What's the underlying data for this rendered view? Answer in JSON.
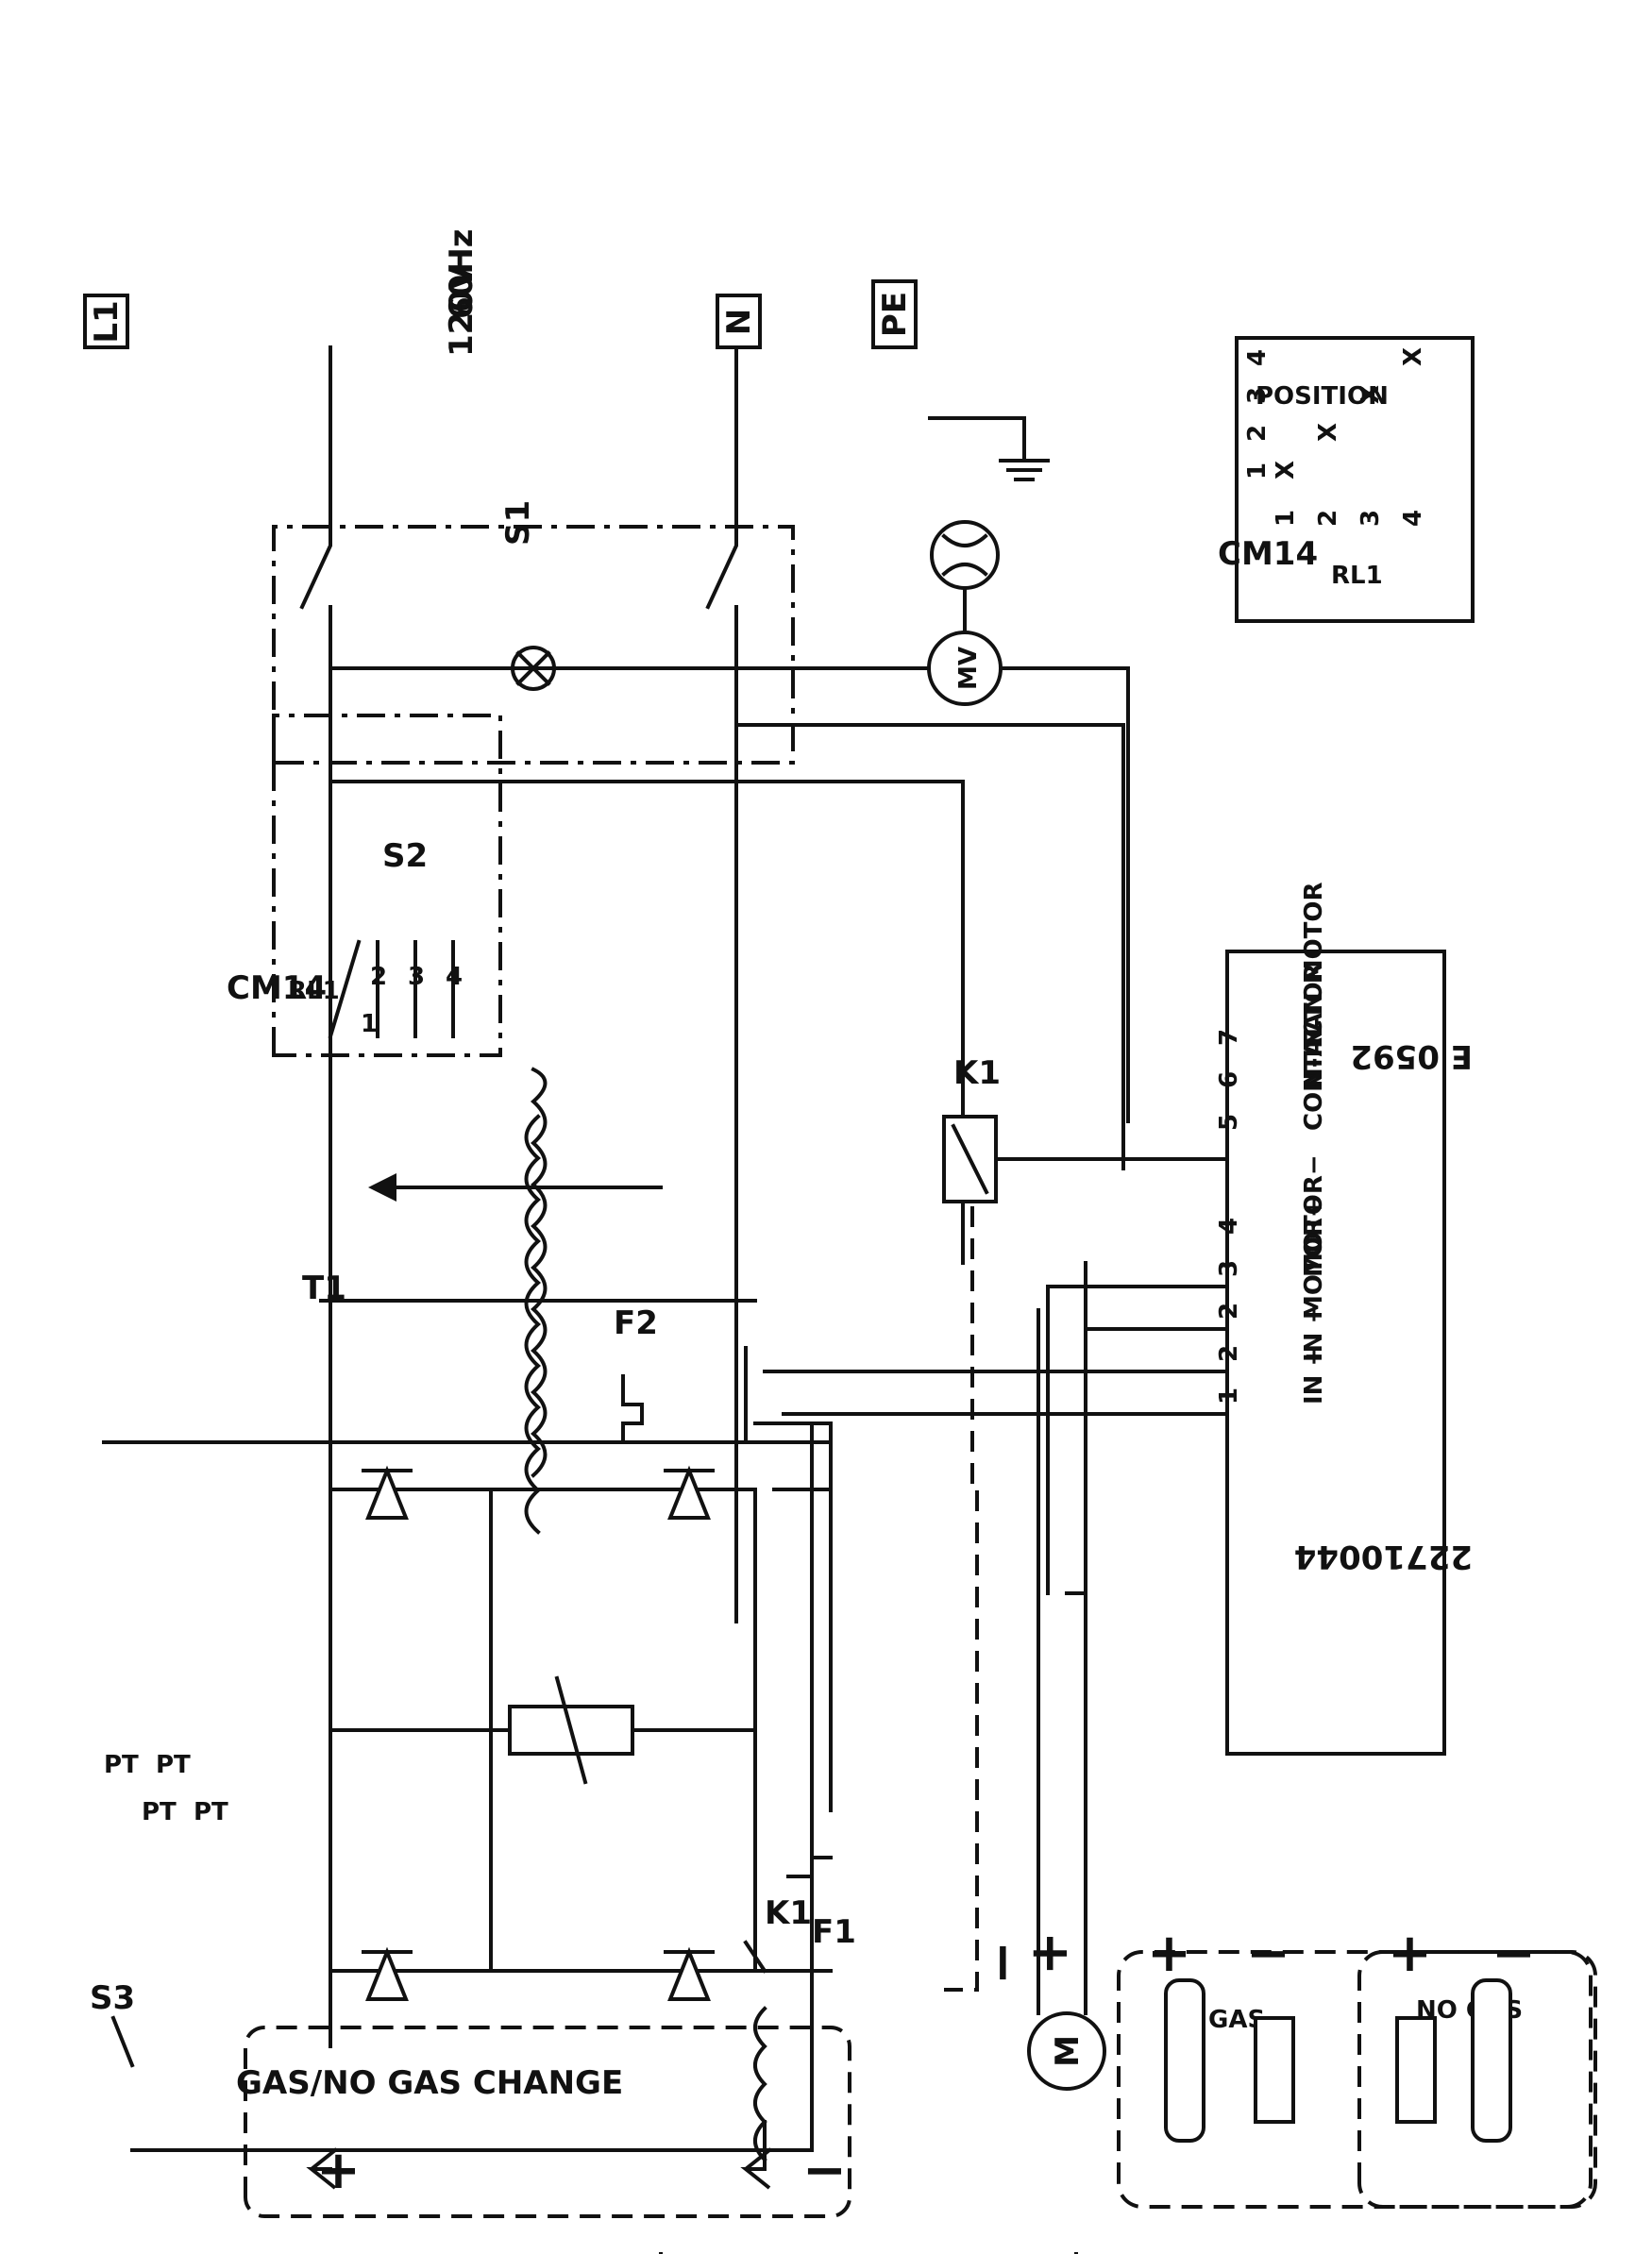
{
  "labels": {
    "l1": "L1",
    "n": "N",
    "pe": "PE",
    "supply_voltage": "120V",
    "supply_freq": "60Hz",
    "s1": "S1",
    "s2": "S2",
    "s3": "S3",
    "cm14": "CM14",
    "rl1": "RL1",
    "t1": "T1",
    "f1": "F1",
    "f2": "F2",
    "k1_coil": "K1",
    "k1_contact": "K1",
    "mv": "MV",
    "motor": "M",
    "motor_minus": "−",
    "motor_plus": "+",
    "gas_change": "GAS/NO GAS CHANGE",
    "out_plus": "+",
    "out_minus": "−",
    "pt1": "PT",
    "pt2": "PT",
    "pt3": "PT",
    "pt4": "PT",
    "board_code": "22710044",
    "board_ref": "E 0592",
    "s2_taps": [
      "1",
      "2",
      "3",
      "4"
    ]
  },
  "board_pins": [
    {
      "num": "1",
      "label": "IN +"
    },
    {
      "num": "2",
      "label": "IN −"
    },
    {
      "num": "2",
      "label": "MOTOR+"
    },
    {
      "num": "3",
      "label": "MOTOR−"
    },
    {
      "num": "4",
      "label": ""
    },
    {
      "num": "5",
      "label": "CONTACTOR"
    },
    {
      "num": "6",
      "label": "N-IN"
    },
    {
      "num": "7",
      "label": "FAN MOTOR"
    }
  ],
  "torch_configs": [
    {
      "plus": "+",
      "minus": "−",
      "mode": "GAS"
    },
    {
      "plus": "+",
      "minus": "−",
      "mode": "NO GAS"
    }
  ],
  "cm14_table": {
    "title": "CM14",
    "header": "RL1",
    "columns": [
      "1",
      "2",
      "3",
      "4"
    ],
    "row_label": "POSITION",
    "rows": [
      {
        "pos": "1",
        "marks": [
          "X",
          "",
          "",
          ""
        ]
      },
      {
        "pos": "2",
        "marks": [
          "",
          "X",
          "",
          ""
        ]
      },
      {
        "pos": "3",
        "marks": [
          "",
          "",
          "X",
          ""
        ]
      },
      {
        "pos": "4",
        "marks": [
          "",
          "",
          "",
          "X"
        ]
      }
    ]
  }
}
